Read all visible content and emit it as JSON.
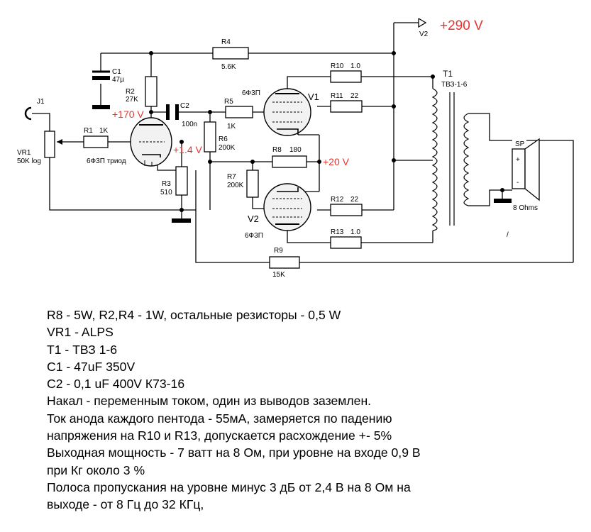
{
  "schematic": {
    "j1": "J1",
    "vr1_name": "VR1",
    "vr1_value": "50K log",
    "r1_name": "R1",
    "r1_value": "1K",
    "v1_left_tube": "6Ф3П триод",
    "c1_name": "C1",
    "c1_value": "47µ",
    "r2_name": "R2",
    "r2_value": "27K",
    "c2_name": "C2",
    "c2_value": "100n",
    "r3_name": "R3",
    "r3_value": "510",
    "r4_name": "R4",
    "r4_value": "5.6K",
    "r5_name": "R5",
    "r5_value": "1K",
    "r6_name": "R6",
    "r6_value": "200K",
    "r7_name": "R7",
    "r7_value": "200K",
    "r8_name": "R8",
    "r8_value": "180",
    "r9_name": "R9",
    "r9_value": "15K",
    "r10_name": "R10",
    "r10_value": "1.0",
    "r11_name": "R11",
    "r11_value": "22",
    "r12_name": "R12",
    "r12_value": "22",
    "r13_name": "R13",
    "r13_value": "1.0",
    "v1_name": "V1",
    "v1_tube": "6Ф3П",
    "v2_name": "V2",
    "v2_tube": "6Ф3П",
    "v2_supply": "V2",
    "t1_name": "T1",
    "t1_type": "ТВЗ-1-6",
    "sp_name": "SP",
    "sp_plus": "+",
    "sp_minus": "-",
    "sp_imp": "8 Ohms",
    "v_supply": "+290 V",
    "v_anode": "+170 V",
    "v_cathode1": "+1.4 V",
    "v_cathode2": "+20 V",
    "tick": "/"
  },
  "notes": [
    "R8 - 5W, R2,R4  - 1W, остальные  резисторы - 0,5 W",
    "VR1 - ALPS",
    "T1 - ТВЗ 1-6",
    "C1 - 47uF 350V",
    "C2 - 0,1 uF 400V К73-16",
    "Накал -  переменным током, один из выводов заземлен.",
    "Ток анода каждого пентода - 55мА, замеряется по падению",
    "напряжения на R10 и R13, допускается расхождение +- 5%",
    "Выходная мощность - 7 ватт на 8 Ом, при уровне на входе 0,9 В",
    "при Кг около 3 %",
    "Полоса пропускания на уровне минус 3 дБ от 2,4 В на 8 Ом на",
    "выходе - от 8 Гц до 32 КГц,"
  ],
  "colors": {
    "wire": "#000000",
    "voltage": "#e8332c",
    "tube_fill": "#f2f2f2"
  }
}
